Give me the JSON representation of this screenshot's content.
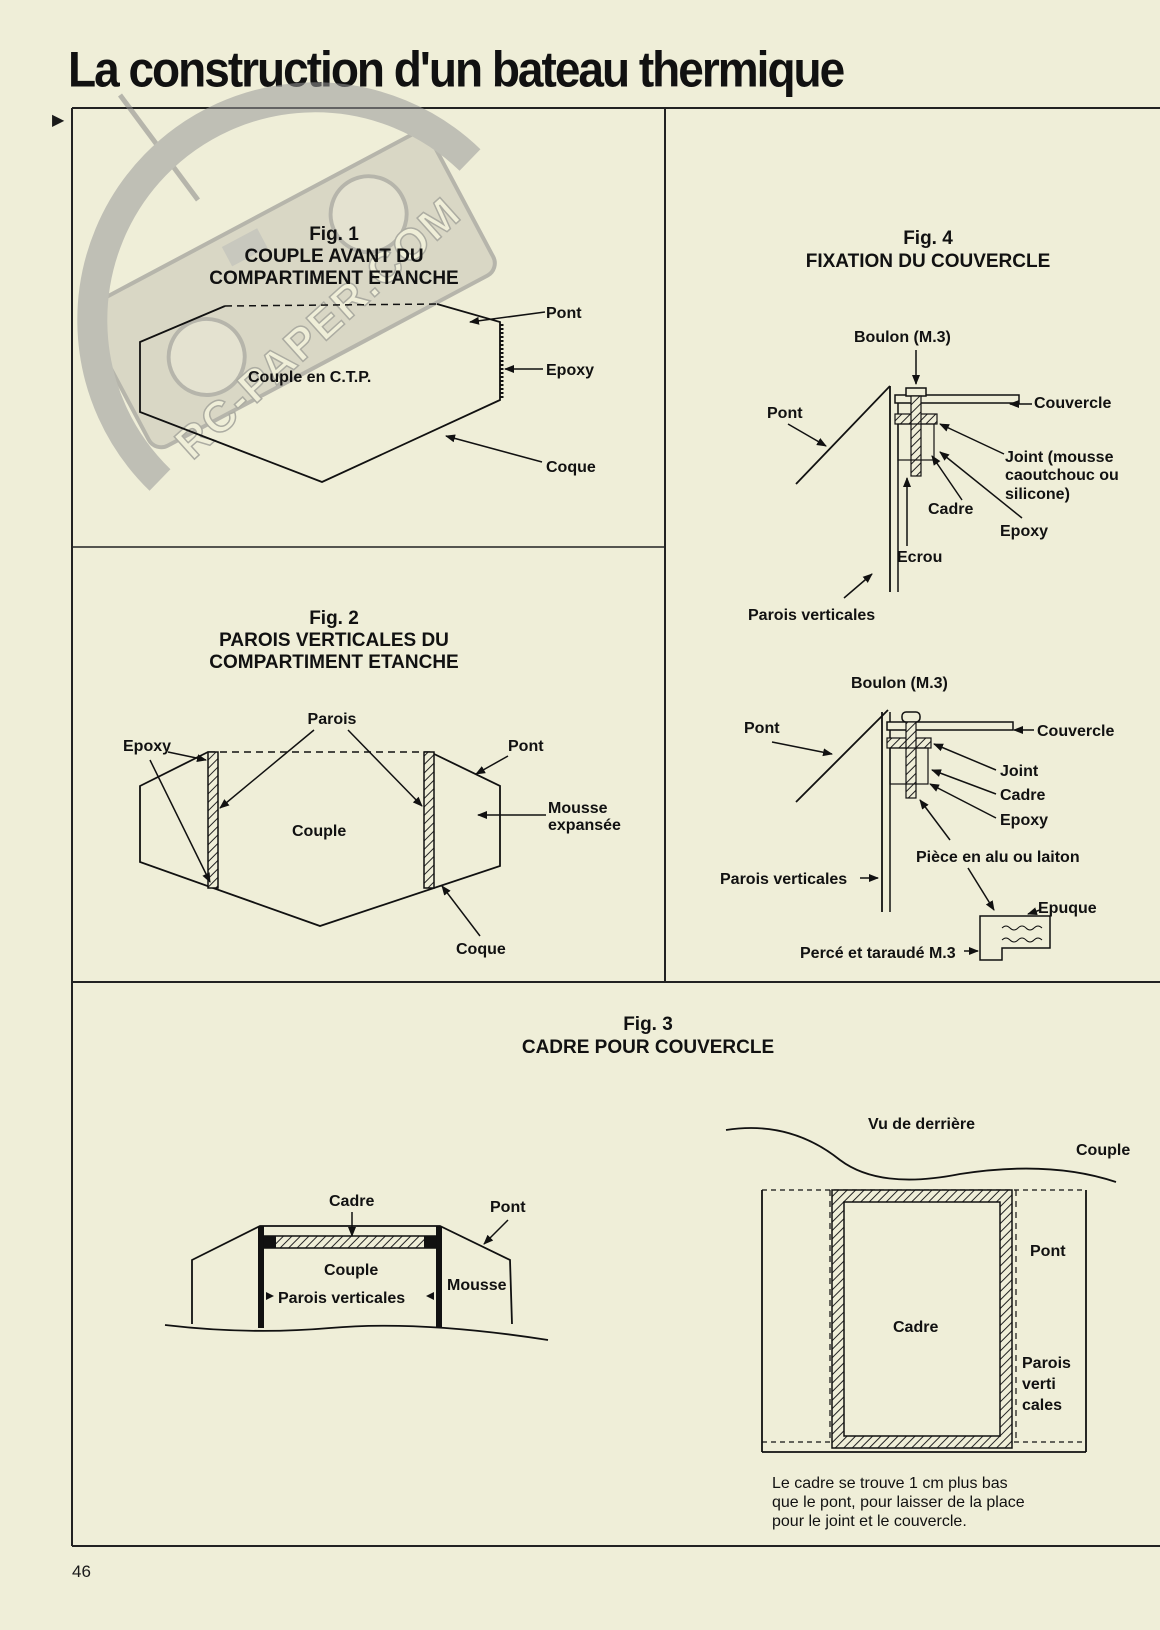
{
  "header": {
    "title": "La construction d'un bateau thermique",
    "page_number": "46"
  },
  "watermark": {
    "text": "RC-PAPER.COM"
  },
  "fig1": {
    "number": "Fig. 1",
    "title_line1": "COUPLE AVANT DU",
    "title_line2": "COMPARTIMENT ETANCHE",
    "label_pont": "Pont",
    "label_epoxy": "Epoxy",
    "label_couple": "Couple en C.T.P.",
    "label_coque": "Coque"
  },
  "fig2": {
    "number": "Fig. 2",
    "title_line1": "PAROIS VERTICALES DU",
    "title_line2": "COMPARTIMENT ETANCHE",
    "label_parois": "Parois",
    "label_epoxy": "Epoxy",
    "label_pont": "Pont",
    "label_mousse1": "Mousse",
    "label_mousse2": "expansée",
    "label_couple": "Couple",
    "label_coque": "Coque"
  },
  "fig3": {
    "number": "Fig. 3",
    "title": "CADRE POUR COUVERCLE",
    "label_cadre": "Cadre",
    "label_pont": "Pont",
    "label_couple": "Couple",
    "label_parois": "Parois verticales",
    "label_mousse": "Mousse",
    "rear_view": "Vu de derrière",
    "rear_couple": "Couple",
    "rear_pont": "Pont",
    "rear_cadre": "Cadre",
    "rear_parois1": "Parois",
    "rear_parois2": "verti",
    "rear_parois3": "cales",
    "note_line1": "Le cadre se trouve 1 cm plus bas",
    "note_line2": "que le pont, pour laisser de la place",
    "note_line3": "pour le joint et le couvercle."
  },
  "fig4": {
    "number": "Fig. 4",
    "title": "FIXATION DU COUVERCLE",
    "a_boulon": "Boulon (M.3)",
    "a_pont": "Pont",
    "a_couvercle": "Couvercle",
    "a_joint1": "Joint (mousse",
    "a_joint2": "caoutchouc ou",
    "a_joint3": "silicone)",
    "a_cadre": "Cadre",
    "a_epoxy": "Epoxy",
    "a_ecrou": "Ecrou",
    "a_parois": "Parois verticales",
    "b_boulon": "Boulon (M.3)",
    "b_pont": "Pont",
    "b_couvercle": "Couvercle",
    "b_joint": "Joint",
    "b_cadre": "Cadre",
    "b_epoxy": "Epoxy",
    "b_piece": "Pièce en alu ou laiton",
    "b_parois": "Parois verticales",
    "b_epuque": "Epuque",
    "b_perce": "Percé et taraudé M.3"
  }
}
